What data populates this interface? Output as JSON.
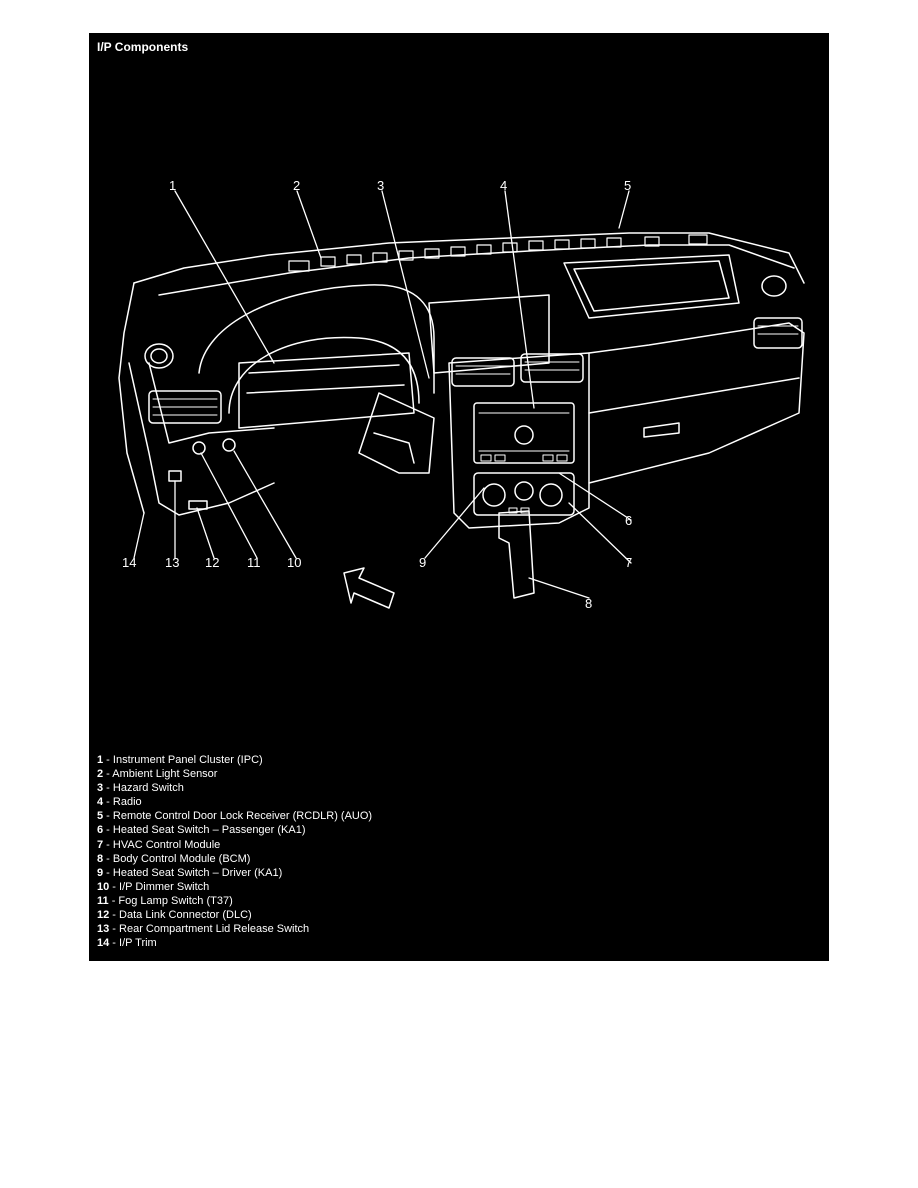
{
  "panel": {
    "title": "I/P Components"
  },
  "diagram": {
    "line_color": "#ffffff",
    "background": "#000000",
    "callouts": [
      {
        "num": "1"
      },
      {
        "num": "2"
      },
      {
        "num": "3"
      },
      {
        "num": "4"
      },
      {
        "num": "5"
      },
      {
        "num": "6"
      },
      {
        "num": "7"
      },
      {
        "num": "8"
      },
      {
        "num": "9"
      },
      {
        "num": "10"
      },
      {
        "num": "11"
      },
      {
        "num": "12"
      },
      {
        "num": "13"
      },
      {
        "num": "14"
      }
    ]
  },
  "legend": [
    {
      "num": "1",
      "label": " - Instrument Panel Cluster (IPC)"
    },
    {
      "num": "2",
      "label": " - Ambient Light Sensor"
    },
    {
      "num": "3",
      "label": " - Hazard Switch"
    },
    {
      "num": "4",
      "label": " - Radio"
    },
    {
      "num": "5",
      "label": " - Remote Control Door Lock Receiver (RCDLR) (AUO)"
    },
    {
      "num": "6",
      "label": " - Heated Seat Switch – Passenger (KA1)"
    },
    {
      "num": "7",
      "label": " - HVAC Control Module"
    },
    {
      "num": "8",
      "label": " - Body Control Module (BCM)"
    },
    {
      "num": "9",
      "label": " - Heated Seat Switch – Driver (KA1)"
    },
    {
      "num": "10",
      "label": " - I/P Dimmer Switch"
    },
    {
      "num": "11",
      "label": " - Fog Lamp Switch (T37)"
    },
    {
      "num": "12",
      "label": " - Data Link Connector (DLC)"
    },
    {
      "num": "13",
      "label": " - Rear Compartment Lid Release Switch"
    },
    {
      "num": "14",
      "label": " - I/P Trim"
    }
  ]
}
